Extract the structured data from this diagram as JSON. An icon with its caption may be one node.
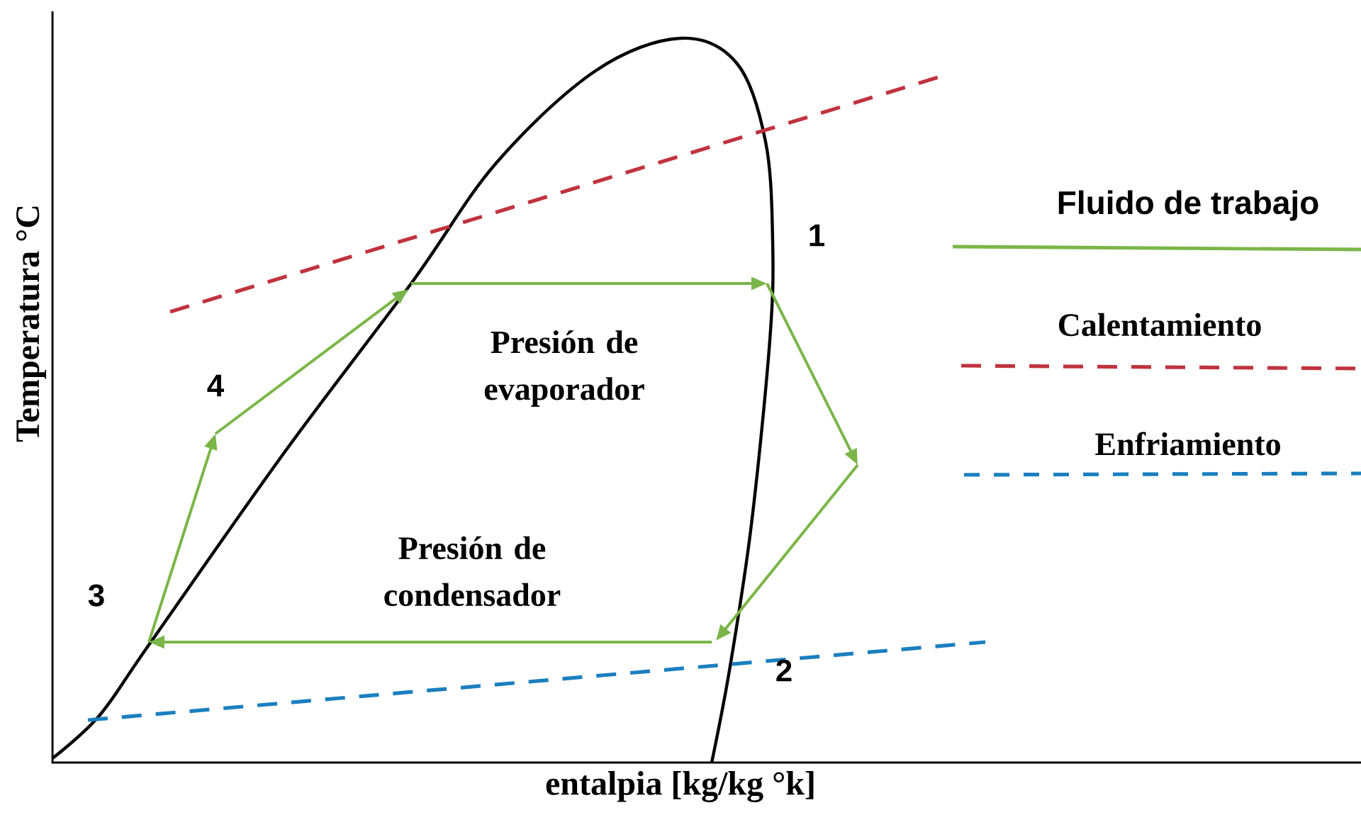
{
  "diagram": {
    "labels": [
      "Temperatura °C",
      "1",
      "4",
      "Presión de evaporador",
      "Presión de condensador",
      "3",
      "2",
      "entalpia [kg/kg °k]"
    ],
    "legend": [
      {
        "text": "Fluido de trabajo"
      },
      {
        "text": "Calentamiento"
      },
      {
        "text": "Enfriamiento"
      }
    ]
  }
}
